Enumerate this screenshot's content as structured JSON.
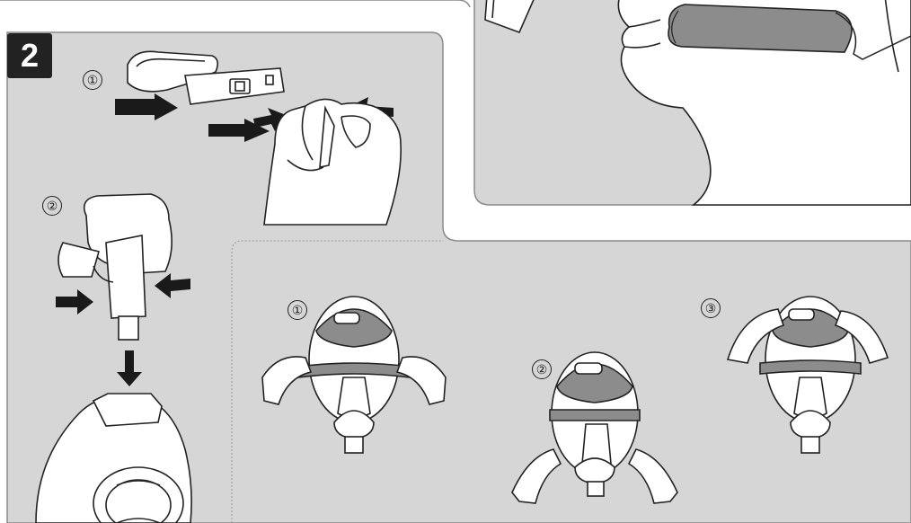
{
  "step": {
    "number": "2"
  },
  "substeps": {
    "a1": "①",
    "a2": "②",
    "b1": "①",
    "b2": "②",
    "b3": "③"
  },
  "colors": {
    "panel_fill": "#d6d6d6",
    "panel_stroke": "#8a8a8a",
    "line": "#222222",
    "skin": "#ffffff",
    "strap": "#8c8c8c",
    "arrow": "#1a1a1a",
    "badge": "#222222"
  },
  "icons": [
    "clip-part-icon",
    "hand-icon",
    "push-arrow-icon",
    "down-arrow-icon",
    "mask-icon",
    "head-with-mask-icon",
    "chin-strap-icon"
  ]
}
